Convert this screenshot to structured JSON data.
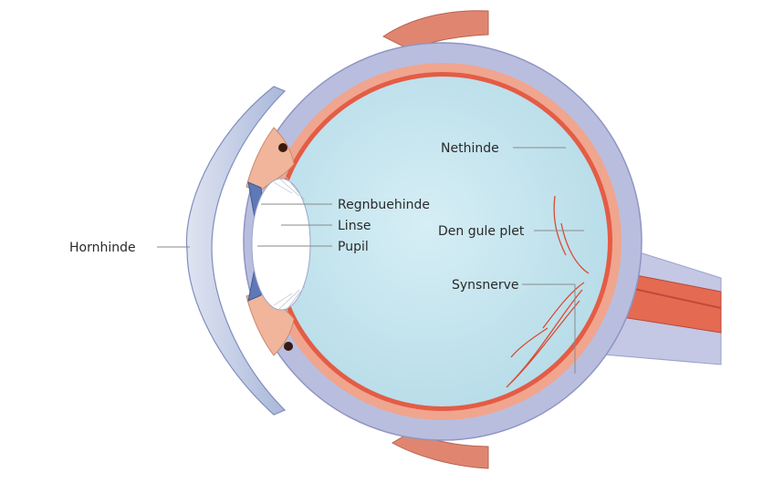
{
  "labels": {
    "cornea": "Hornhinde",
    "iris": "Regnbuehinde",
    "lens": "Linse",
    "pupil": "Pupil",
    "retina": "Nethinde",
    "macula": "Den gule plet",
    "optic_nerve": "Synsnerve"
  },
  "colors": {
    "vitreous": "#c9e6ef",
    "sclera": "#b9bedf",
    "choroid": "#ef9c86",
    "retina": "#e2553f",
    "nerve": "#e46a52",
    "muscle": "#e07e6a",
    "leader": "#8a8a8a"
  }
}
